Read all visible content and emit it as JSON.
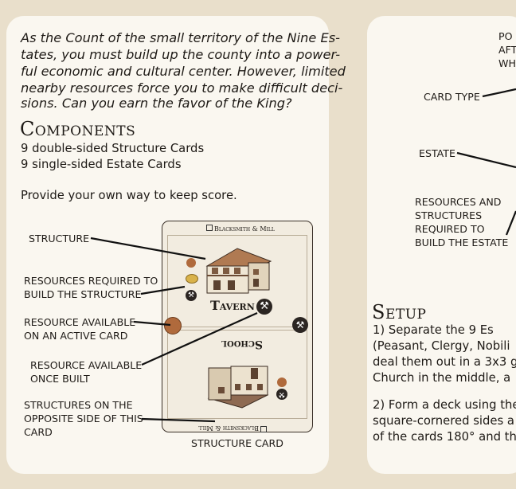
{
  "intro": [
    "As the Count of the small territory of the Nine Es-",
    "tates, you must build up the county into a power-",
    "ful economic and cultural center. However, limited",
    "nearby resources force you to make difficult deci-",
    "sions. Can you earn the favor of the King?"
  ],
  "components": {
    "heading": "Components",
    "items": [
      "9 double-sided Structure Cards",
      "9 single-sided Estate Cards"
    ],
    "note": "Provide your own way to keep score."
  },
  "card_labels": {
    "structure": "STRUCTURE",
    "resources_required": [
      "RESOURCES REQUIRED TO",
      "BUILD THE STRUCTURE"
    ],
    "resource_active": [
      "RESOURCE AVAILABLE",
      "ON AN ACTIVE CARD"
    ],
    "resource_built": [
      "RESOURCE AVAILABLE",
      "ONCE BUILT"
    ],
    "opposite_side": [
      "STRUCTURES ON THE",
      "OPPOSITE SIDE OF THIS",
      "CARD"
    ],
    "caption": "STRUCTURE CARD"
  },
  "card": {
    "top_banner": "Blacksmith & Mill",
    "name": "Tavern",
    "opposite_name": "School",
    "bottom_banner": "Blacksmith & Mill"
  },
  "right_labels": {
    "top_partial": [
      "PO",
      "AFT",
      "WH"
    ],
    "card_type": "CARD TYPE",
    "estate": "ESTATE",
    "resources_structures": [
      "RESOURCES AND",
      "STRUCTURES",
      "REQUIRED TO",
      "BUILD THE ESTATE"
    ]
  },
  "setup": {
    "heading": "Setup",
    "lines": [
      "1) Separate the 9 Es",
      "(Peasant, Clergy, Nobili",
      "deal them out in a 3x3 g",
      "Church in the middle, a"
    ],
    "lines2": [
      "2) Form a deck using the",
      "square-cornered sides a",
      "of the cards 180° and th"
    ]
  },
  "colors": {
    "background": "#e9dfcb",
    "panel": "#faf7f0",
    "text": "#1e1a16",
    "card": "#f2ece0",
    "resource_brown": "#b06a3c",
    "token_dark": "#2b2522"
  },
  "icons": [
    "house-icon",
    "hammer-pick-icon",
    "wood-resource-icon",
    "coin-icon",
    "building-illustration"
  ]
}
